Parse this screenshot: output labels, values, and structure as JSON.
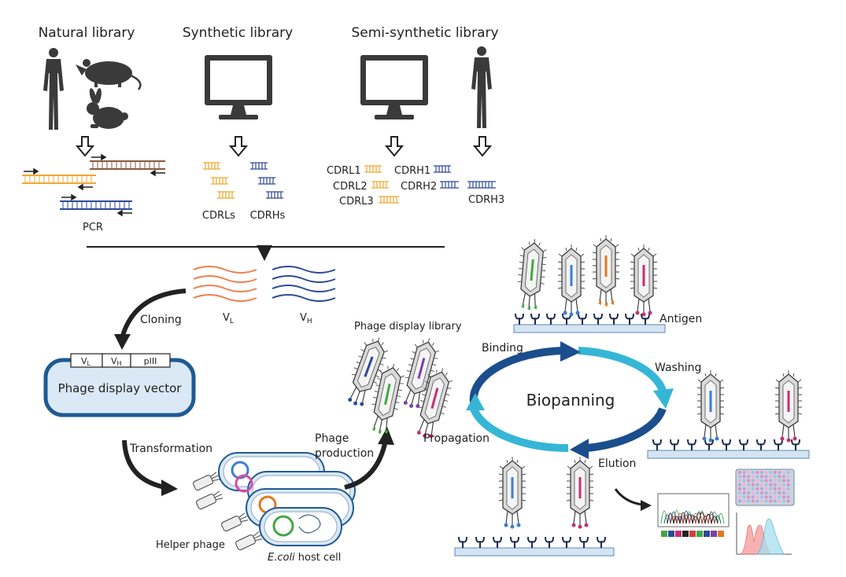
{
  "sources": {
    "natural": "Natural library",
    "synthetic": "Synthetic library",
    "semi_synthetic": "Semi-synthetic library"
  },
  "labels": {
    "pcr": "PCR",
    "cdrls": "CDRLs",
    "cdrhs": "CDRHs",
    "cdrl1": "CDRL1",
    "cdrl2": "CDRL2",
    "cdrl3": "CDRL3",
    "cdrh1": "CDRH1",
    "cdrh2": "CDRH2",
    "cdrh3": "CDRH3",
    "vl": "V",
    "vl_sub": "L",
    "vh": "V",
    "vh_sub": "H",
    "cloning": "Cloning",
    "vector_title": "Phage display vector",
    "vector_vl": "V",
    "vector_vl_sub": "L",
    "vector_vh": "V",
    "vector_vh_sub": "H",
    "vector_piii": "pIII",
    "transformation": "Transformation",
    "helper_phage": "Helper phage",
    "host_cell_italic": "E.coli",
    "host_cell_rest": " host cell",
    "phage_production_1": "Phage",
    "phage_production_2": "production",
    "phage_display_library": "Phage display library",
    "binding": "Binding",
    "washing": "Washing",
    "biopanning": "Biopanning",
    "propagation": "Propagation",
    "elution": "Elution",
    "antigen": "Antigen"
  },
  "colors": {
    "orange": "#f0a830",
    "blue_dna": "#2e4a9a",
    "brown_dna": "#8a5a40",
    "salmon": "#f08050",
    "cycle_dark": "#1a4e8c",
    "cycle_light": "#36b6d6",
    "vector_fill": "#dbe8f5",
    "vector_stroke": "#1f5a94",
    "plate": "#d6e4f2"
  },
  "icons": [
    "human-icon",
    "rat-icon",
    "rabbit-icon",
    "monitor-icon",
    "phage-icon",
    "bacterium-icon",
    "chromatogram-icon",
    "well-plate-icon",
    "histogram-icon"
  ]
}
